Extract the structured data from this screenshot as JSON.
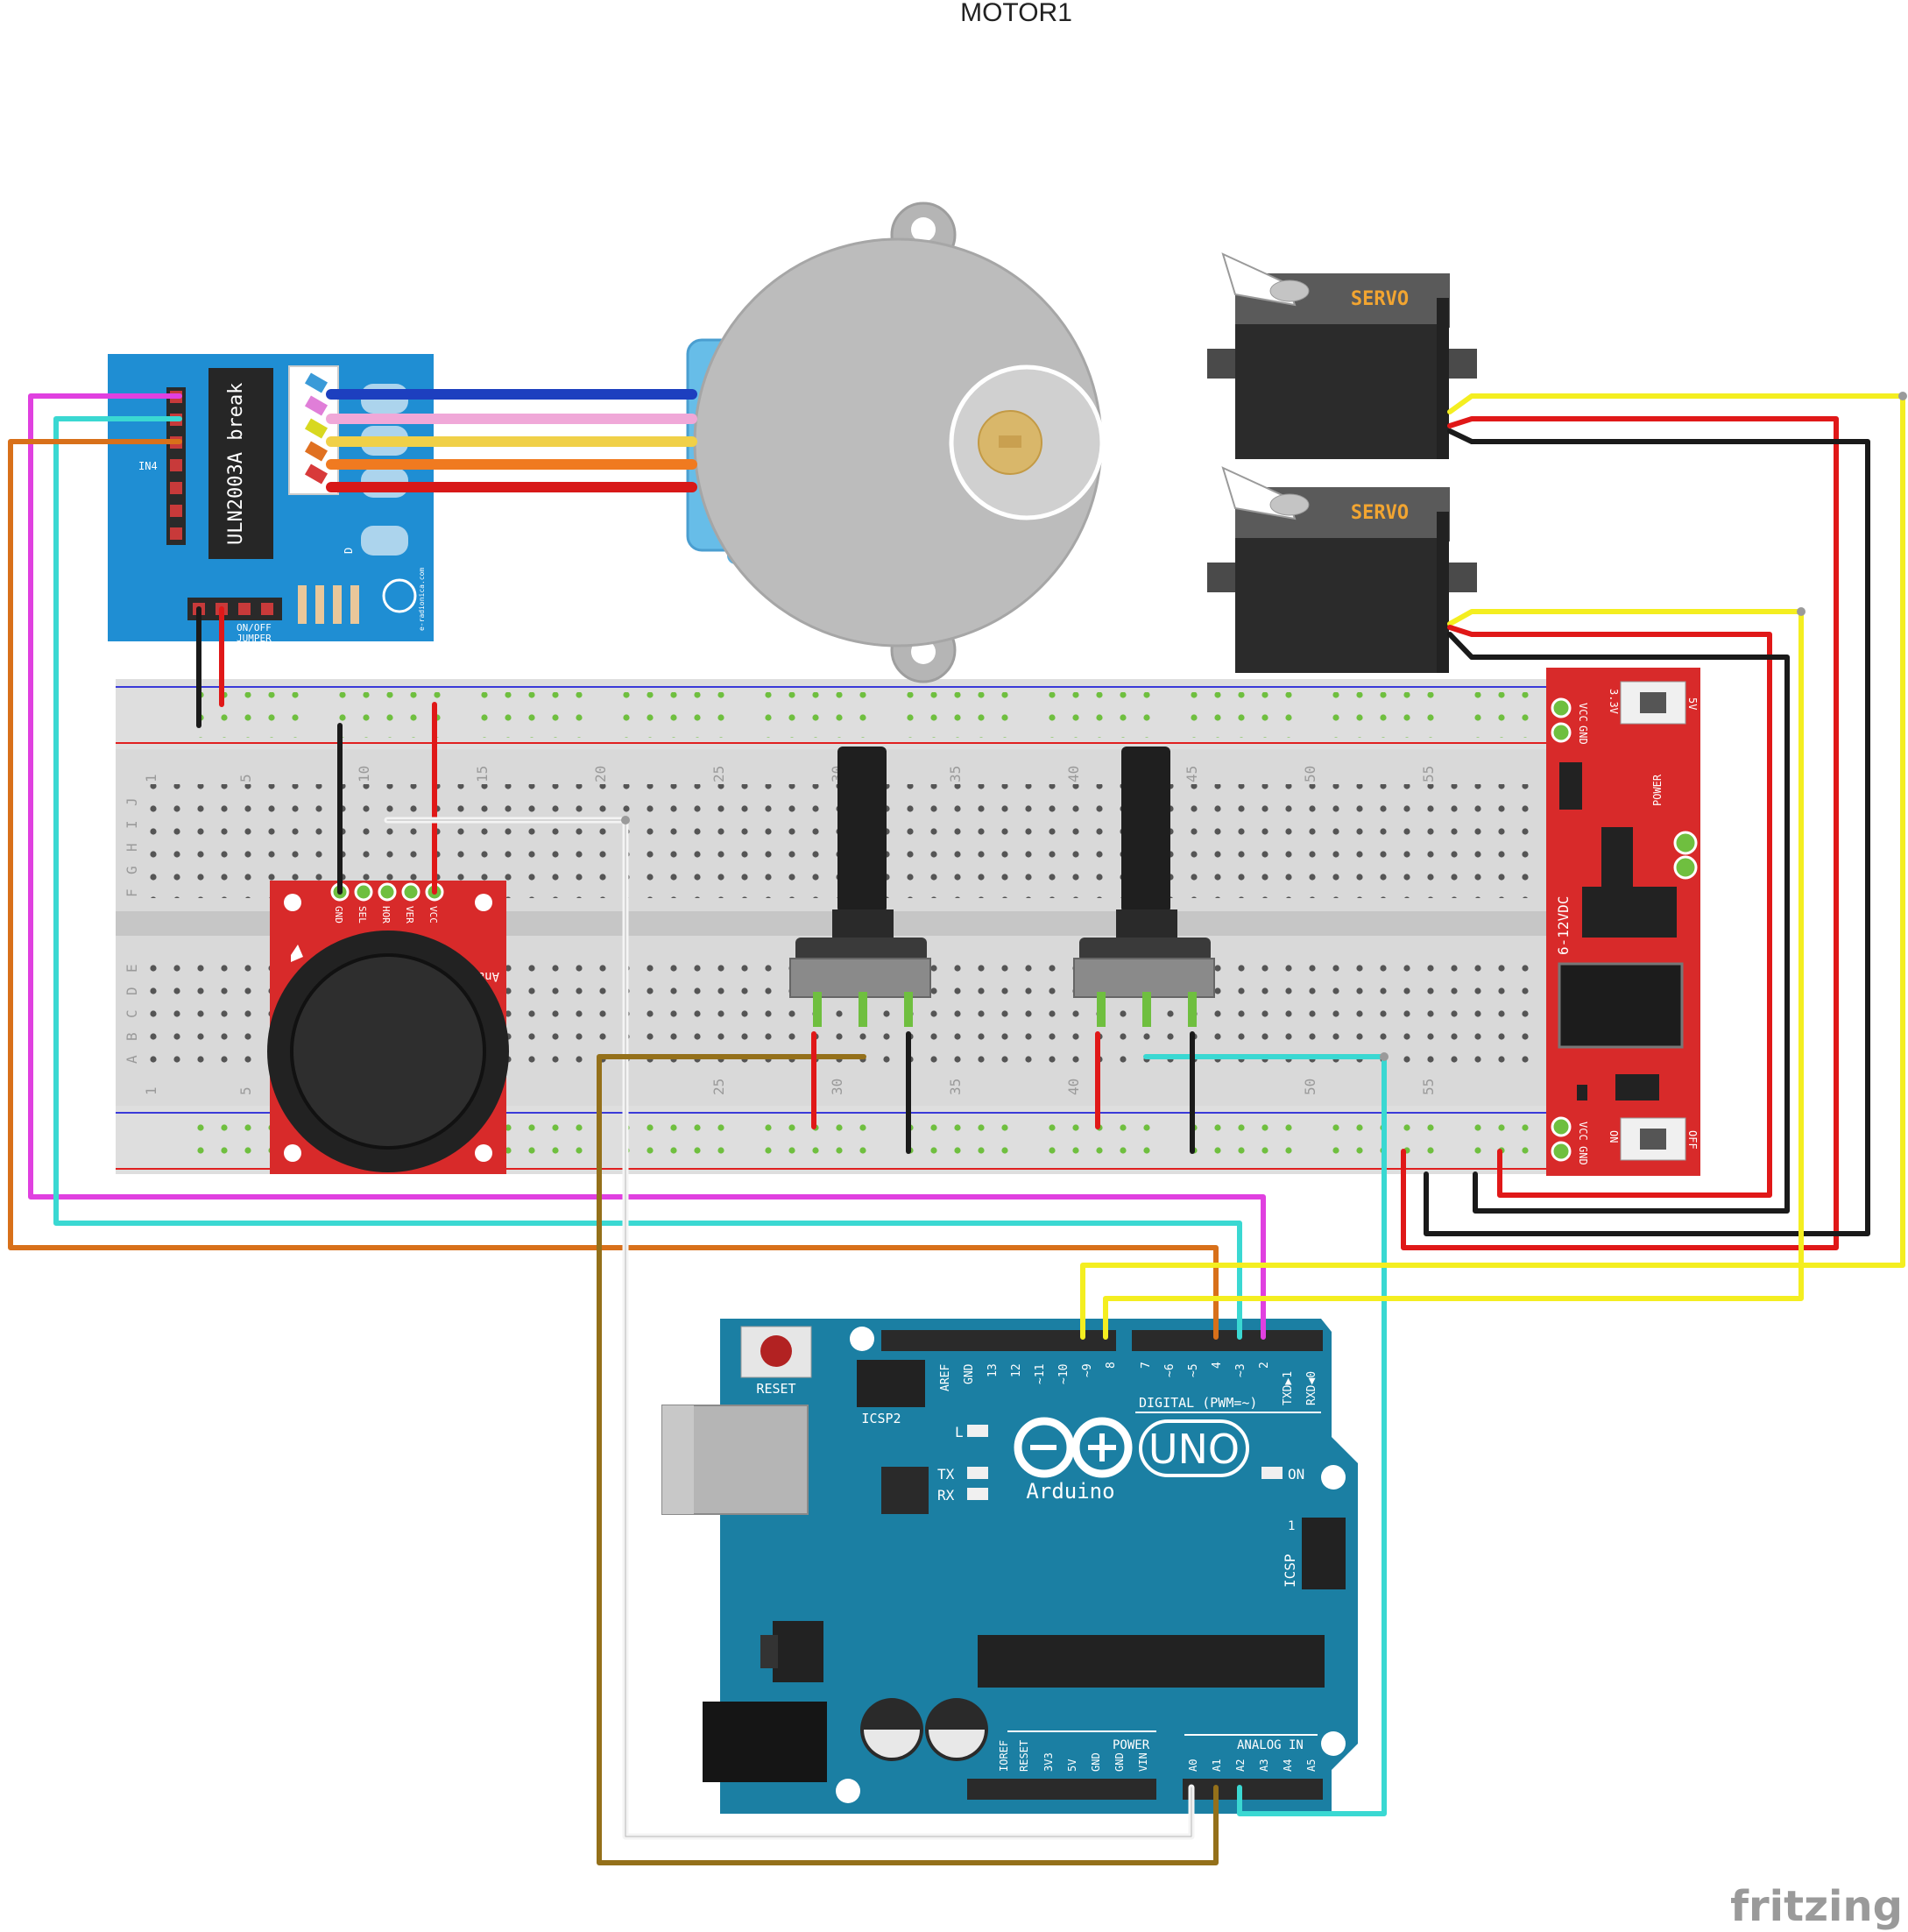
{
  "title": "MOTOR1",
  "watermark": "fritzing",
  "driver": {
    "chip": "ULN2003A break",
    "in_label": "IN4",
    "jumper": "ON/OFF\nJUMPER",
    "jumper_line1": "ON/OFF",
    "jumper_line2": "JUMPER",
    "d_label": "D",
    "vendor": "e-radionica.com"
  },
  "servo1": {
    "label": "SERVO"
  },
  "servo2": {
    "label": "SERVO"
  },
  "joystick": {
    "pins": [
      "GND",
      "SEL",
      "HOR",
      "VER",
      "VCC"
    ],
    "name": "Analog Joystick"
  },
  "power_module": {
    "top_pins": [
      "VCC",
      "GND"
    ],
    "bottom_pins": [
      "VCC",
      "GND"
    ],
    "v1": "3.3V",
    "v2": "5V",
    "input": "6-12VDC",
    "power": "POWER",
    "on": "ON",
    "off": "OFF"
  },
  "breadboard": {
    "numbers": [
      "1",
      "5",
      "10",
      "15",
      "20",
      "25",
      "30",
      "35",
      "40",
      "45",
      "50",
      "55"
    ],
    "rows_top": [
      "J",
      "I",
      "H",
      "G",
      "F"
    ],
    "rows_bottom": [
      "E",
      "D",
      "C",
      "B",
      "A"
    ]
  },
  "arduino": {
    "reset": "RESET",
    "icsp2": "ICSP2",
    "icsp": "ICSP",
    "brand": "Arduino",
    "model": "UNO",
    "on": "ON",
    "led_l": "L",
    "led_tx": "TX",
    "led_rx": "RX",
    "digital": "DIGITAL (PWM=~)",
    "digital_pins": [
      "AREF",
      "GND",
      "13",
      "12",
      "~11",
      "~10",
      "~9",
      "8",
      "7",
      "~6",
      "~5",
      "4",
      "~3",
      "2",
      "TXD▶1",
      "RXD◀0"
    ],
    "power": "POWER",
    "power_pins": [
      "IOREF",
      "RESET",
      "3V3",
      "5V",
      "GND",
      "GND",
      "VIN"
    ],
    "analog": "ANALOG IN",
    "analog_pins": [
      "A0",
      "A1",
      "A2",
      "A3",
      "A4",
      "A5"
    ],
    "icsp_one": "1"
  },
  "colors": {
    "breadboard": "#d9d9d9",
    "driver_board": "#1f8ed3",
    "arduino_board": "#1b7fa3",
    "red_board": "#d82a2a",
    "servo": "#2b2b2b",
    "servo_label": "#f2a531",
    "motor": "#b5b5b5",
    "wire_magenta": "#e040e0",
    "wire_cyan": "#3ad8d2",
    "wire_orange": "#d8701a",
    "wire_yellow": "#f4ee20",
    "wire_red": "#e01818",
    "wire_black": "#1a1a1a",
    "wire_brown": "#94701a",
    "wire_white": "#f4f4f4"
  }
}
